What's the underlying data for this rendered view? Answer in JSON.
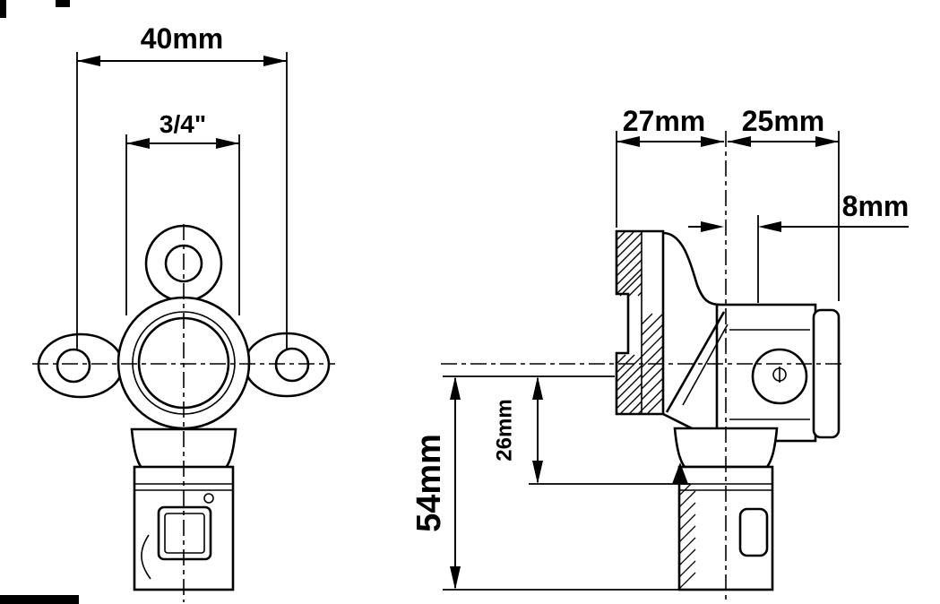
{
  "dims": {
    "front_width": "40mm",
    "front_thread": "3/4\"",
    "side_left_depth": "27mm",
    "side_right_depth": "25mm",
    "side_offset": "8mm",
    "side_inner_height": "26mm",
    "side_total_height": "54mm"
  },
  "colors": {
    "line": "#000000",
    "background": "#ffffff"
  }
}
